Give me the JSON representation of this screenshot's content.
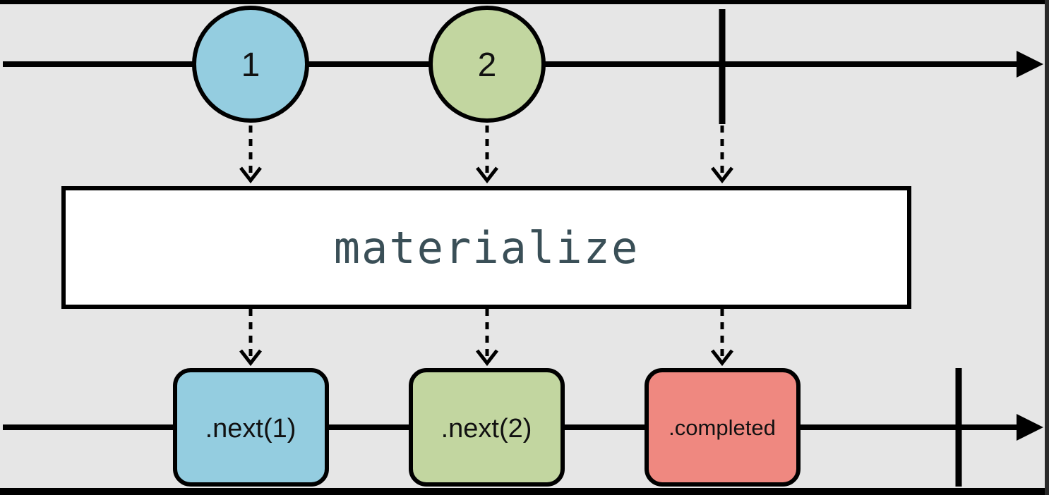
{
  "colors": {
    "background": "#e6e6e6",
    "frame": "#000000",
    "line": "#000000",
    "operator_box_fill": "#ffffff",
    "operator_text": "#3a4f57",
    "blue": "#94cde0",
    "green": "#c2d6a0",
    "red": "#ef8880"
  },
  "input_stream": {
    "marbles": [
      {
        "label": "1",
        "color": "blue"
      },
      {
        "label": "2",
        "color": "green"
      }
    ],
    "completion": true
  },
  "operator": {
    "label": "materialize"
  },
  "output_stream": {
    "events": [
      {
        "label": ".next(1)",
        "color": "blue"
      },
      {
        "label": ".next(2)",
        "color": "green"
      },
      {
        "label": ".completed",
        "color": "red"
      }
    ],
    "completion": true
  }
}
